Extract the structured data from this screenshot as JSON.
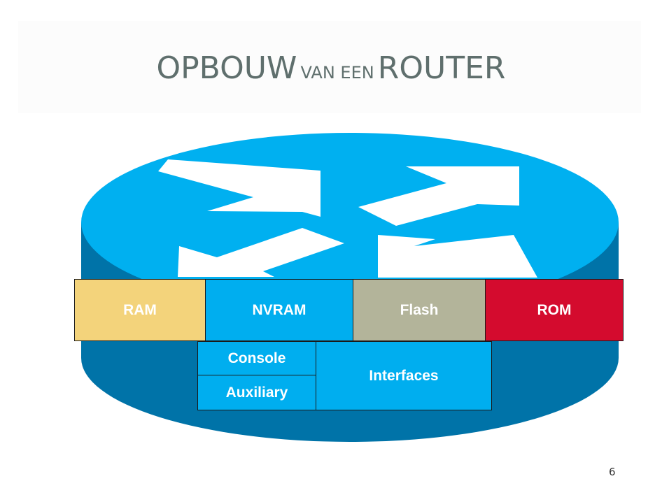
{
  "slide": {
    "title_part1": "OPBOUW",
    "title_part2": "VAN EEN",
    "title_part3": "ROUTER",
    "page_number": "6"
  },
  "components": {
    "ram": "RAM",
    "nvram": "NVRAM",
    "flash": "Flash",
    "rom": "ROM",
    "console": "Console",
    "auxiliary": "Auxiliary",
    "interfaces": "Interfaces"
  },
  "colors": {
    "router_top": "#00b0f0",
    "router_side": "#0073a8",
    "ram": "#f3d37b",
    "nvram": "#00aeef",
    "flash": "#b3b49a",
    "rom": "#d40b2e",
    "port": "#00aeef"
  },
  "icon": "router-arrows-icon"
}
